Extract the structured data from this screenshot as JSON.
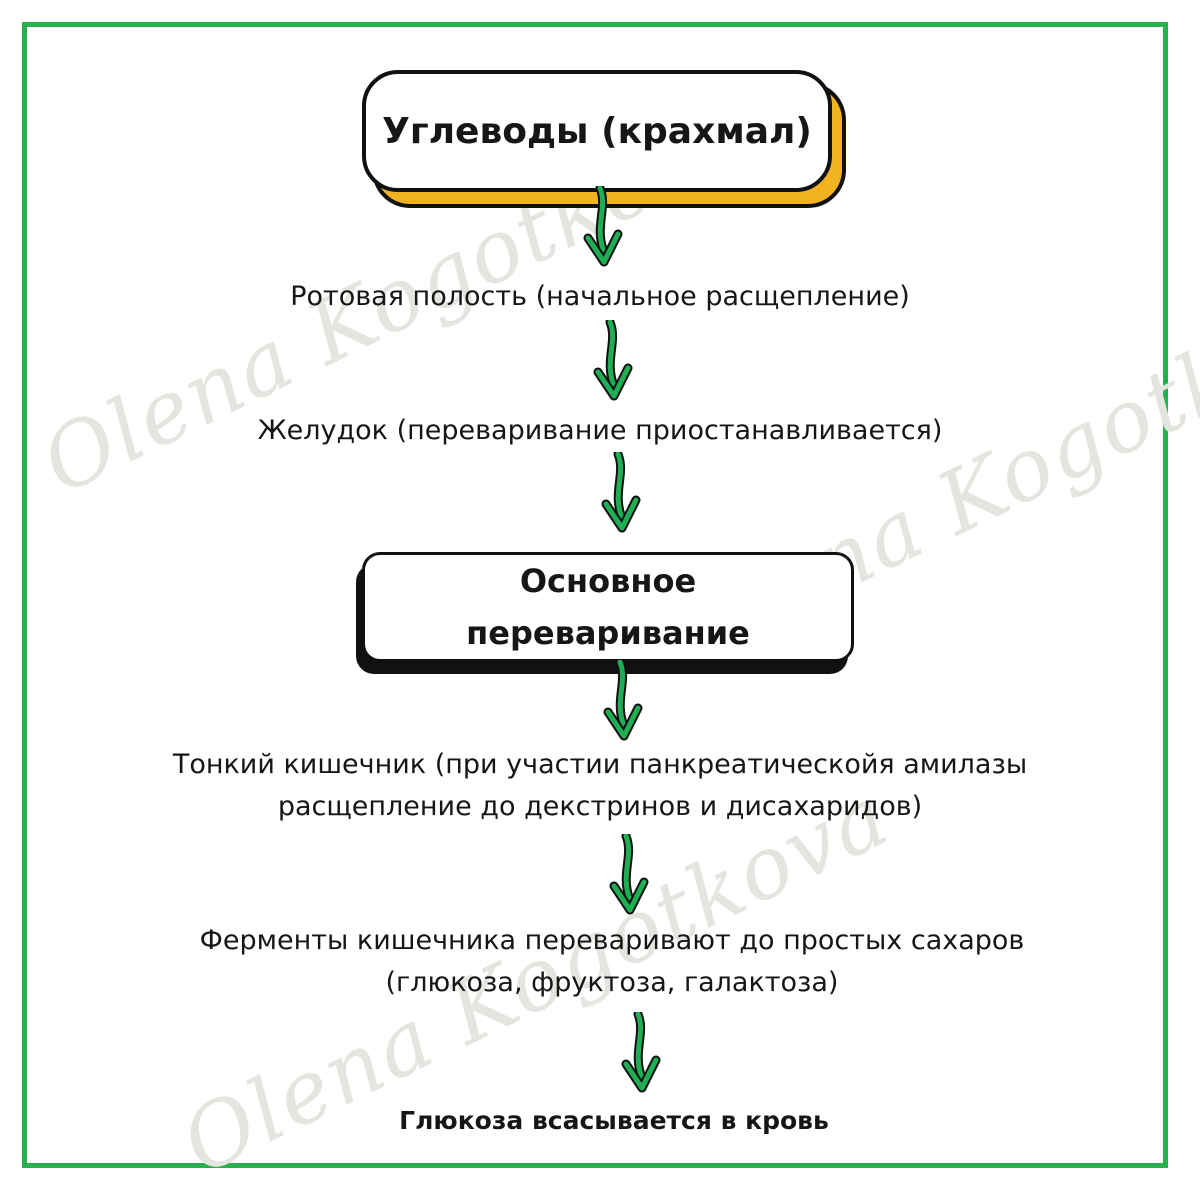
{
  "watermark": "Olena Kogotkova",
  "nodes": {
    "start": "Углеводы (крахмал)",
    "mouth": "Ротовая полость (начальное расщепление)",
    "stomach": "Желудок (переваривание приостанавливается)",
    "main_line1": "Основное",
    "main_line2": "переваривание",
    "intestine_line1": "Тонкий кишечник (при участии панкреатическойя амилазы",
    "intestine_line2": "расщепление до декстринов и дисахаридов)",
    "enzymes_line1": "Ферменты кишечника переваривают до простых сахаров",
    "enzymes_line2": "(глюкоза, фруктоза, галактоза)",
    "final": "Глюкоза всасывается в кровь"
  },
  "colors": {
    "frame": "#27b04b",
    "arrow": "#1fae54",
    "box_shadow_accent": "#f2b320"
  },
  "icons": {
    "arrow": "green-down-arrow-icon"
  }
}
